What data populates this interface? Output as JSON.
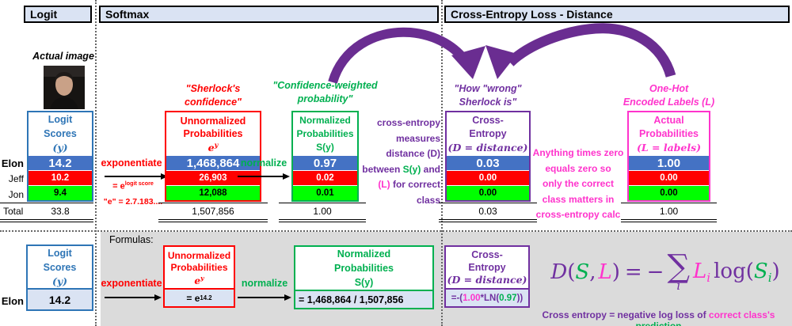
{
  "headers": {
    "logit": "Logit",
    "softmax": "Softmax",
    "cross_entropy": "Cross-Entropy Loss - Distance"
  },
  "colors": {
    "blue_accent": "#2E75B6",
    "blue_row": "#4472C4",
    "red": "#FF0000",
    "green": "#00B050",
    "green_row": "#00FF00",
    "purple": "#7030A0",
    "magenta": "#FF33CC",
    "lavender_fill": "#DAE3F3",
    "gray_panel": "#DBDBDB"
  },
  "top": {
    "actual_image_label": "Actual image",
    "row_labels": [
      "Elon",
      "Jeff",
      "Jon"
    ],
    "total_label": "Total",
    "logit": {
      "title": [
        "Logit",
        "Scores",
        "(y)"
      ],
      "values": [
        "14.2",
        "10.2",
        "9.4"
      ],
      "total": "33.8"
    },
    "exponentiate_label": "exponentiate",
    "exp_formula_base": "= e",
    "exp_formula_sup": "logit score",
    "e_value": "\"e\" = 2.7.183....",
    "sherlock_quote": [
      "\"Sherlock's",
      "confidence\""
    ],
    "unnorm": {
      "title": [
        "Unnormalized",
        "Probabilities"
      ],
      "math_base": "e",
      "math_sup": "y",
      "values": [
        "1,468,864",
        "26,903",
        "12,088"
      ],
      "total": "1,507,856"
    },
    "normalize_label": "normalize",
    "confidence_quote": [
      "\"Confidence-weighted",
      "probability\""
    ],
    "norm": {
      "title": [
        "Normalized",
        "Probabilities",
        "S(y)"
      ],
      "values": [
        "0.97",
        "0.02",
        "0.01"
      ],
      "total": "1.00"
    },
    "measure_text": {
      "l1": "cross-entropy",
      "l2": "measures",
      "l3": "distance (D)",
      "l4a": "between ",
      "l4b": "S(y)",
      "l4c": " and",
      "l5a": "(L)",
      "l5b": " for correct",
      "l6": "class"
    },
    "wrong_quote": [
      "\"How \"wrong\"",
      "Sherlock is\""
    ],
    "ce": {
      "title": [
        "Cross-",
        "Entropy",
        "(D = distance)"
      ],
      "values": [
        "0.03",
        "0.00",
        "0.00"
      ],
      "total": "0.03"
    },
    "zero_text": [
      "Anything times zero",
      "equals zero so",
      "only the correct",
      "class matters in",
      "cross-entropy calc"
    ],
    "onehot_quote": [
      "One-Hot",
      "Encoded Labels (L)"
    ],
    "labels_col": {
      "title": [
        "Actual",
        "Probabilities",
        "(L = labels)"
      ],
      "values": [
        "1.00",
        "0.00",
        "0.00"
      ],
      "total": "1.00"
    }
  },
  "bottom": {
    "formulas_label": "Formulas:",
    "elon_label": "Elon",
    "logit": {
      "title": [
        "Logit",
        "Scores",
        "(y)"
      ],
      "value": "14.2"
    },
    "exponentiate_label": "exponentiate",
    "unnorm": {
      "title": [
        "Unnormalized",
        "Probabilities"
      ],
      "math_base": "e",
      "math_sup": "y",
      "value_base": "= e",
      "value_sup": "14.2"
    },
    "normalize_label": "normalize",
    "norm": {
      "title": [
        "Normalized",
        "Probabilities",
        "S(y)"
      ],
      "value": "= 1,468,864 / 1,507,856"
    },
    "ce": {
      "title": [
        "Cross-",
        "Entropy",
        "(D = distance)"
      ],
      "value_parts": {
        "p1": "=-(",
        "p2": "1.00",
        "p3": "*LN(",
        "p4": "0.97",
        "p5": "))"
      }
    },
    "formula": {
      "d": "D",
      "open": "(",
      "s": "S",
      "comma": ",",
      "l": "L",
      "close": ")",
      "eq": "=",
      "minus": "−",
      "sigma": "∑",
      "sigma_sub": "i",
      "li": "L",
      "li_sub": "i",
      "log": "log(",
      "si": "S",
      "si_sub": "i",
      "end": ")"
    },
    "caption": {
      "c1": "Cross entropy = negative log loss of ",
      "c2": "correct class's",
      "c3": " prediction"
    }
  }
}
